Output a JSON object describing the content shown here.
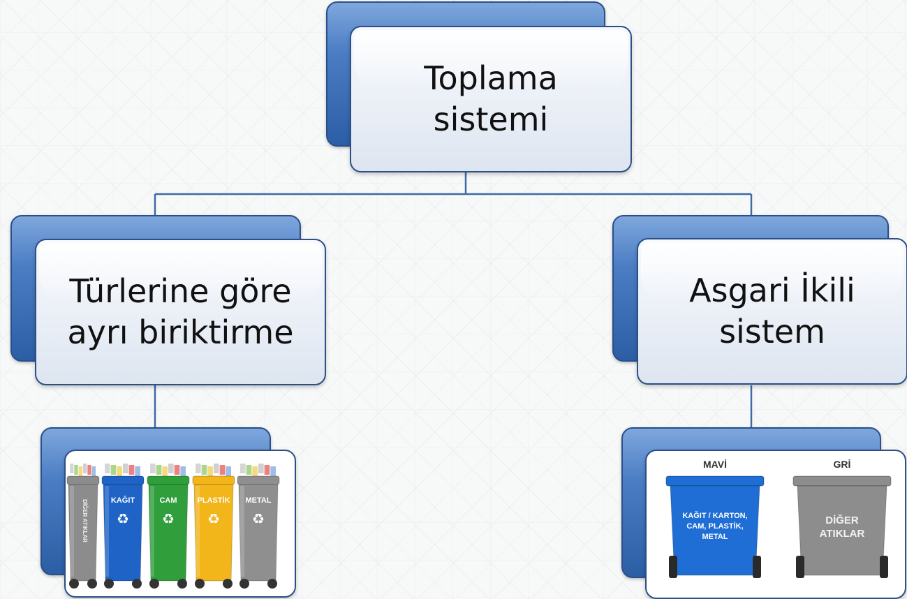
{
  "root": {
    "label": "Toplama\nsistemi"
  },
  "left": {
    "label": "Türlerine göre\nayrı biriktirme",
    "bins": [
      {
        "label": "DİĞER ATIKLAR",
        "color": "#8c8c8c"
      },
      {
        "label": "KAĞIT",
        "color": "#1f63c6"
      },
      {
        "label": "CAM",
        "color": "#2f9e3b"
      },
      {
        "label": "PLASTİK",
        "color": "#f2b51a"
      },
      {
        "label": "METAL",
        "color": "#8f8f8f"
      }
    ]
  },
  "right": {
    "label": "Asgari İkili\nsistem",
    "bins": [
      {
        "header": "MAVİ",
        "label": "KAĞIT / KARTON,\nCAM, PLASTİK,\nMETAL",
        "color": "#1e6ed6"
      },
      {
        "header": "GRİ",
        "label": "DİĞER\nATIKLAR",
        "color": "#8d8d8d"
      }
    ]
  },
  "colors": {
    "line": "#3e6aa8",
    "card_border": "#2b4f86",
    "shadow_card": "#3b6db5"
  }
}
